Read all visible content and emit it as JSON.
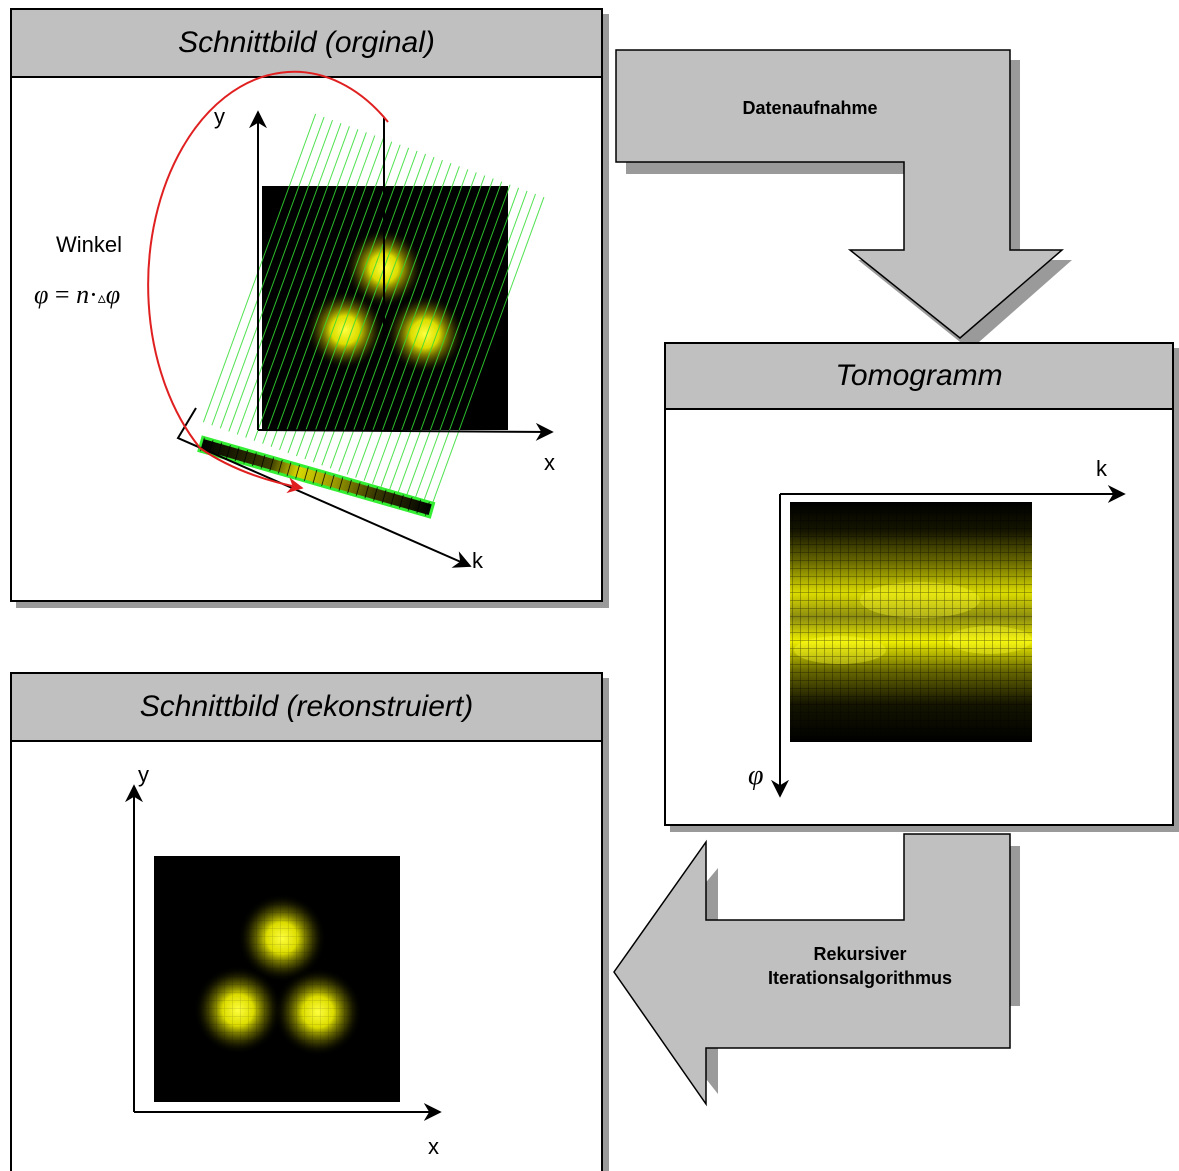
{
  "panels": {
    "original": {
      "title": "Schnittbild (orginal)"
    },
    "tomogram": {
      "title": "Tomogramm"
    },
    "reconstructed": {
      "title": "Schnittbild (rekonstruiert)"
    }
  },
  "arrows": {
    "acquisition": {
      "label": "Datenaufnahme"
    },
    "iteration": {
      "label_line1": "Rekursiver",
      "label_line2": "Iterationsalgorithmus"
    }
  },
  "original_panel": {
    "axis_y": "y",
    "axis_x": "x",
    "axis_k": "k",
    "angle_label": "Winkel",
    "angle_formula_phi": "φ",
    "angle_formula_eq": "=",
    "angle_formula_n": "n",
    "angle_formula_dot": "·",
    "angle_formula_delta": "▵",
    "angle_formula_phi2": "φ"
  },
  "tomogram_panel": {
    "axis_k": "k",
    "axis_phi": "φ"
  },
  "reconstructed_panel": {
    "axis_y": "y",
    "axis_x": "x"
  },
  "colors": {
    "header": "#c0c0c0",
    "arrow_fill": "#c0c0c0",
    "shadow": "#9a9a9a",
    "spot": "#ffff00",
    "scan_lines": "#33dd33",
    "angle_arc": "#e02020"
  }
}
